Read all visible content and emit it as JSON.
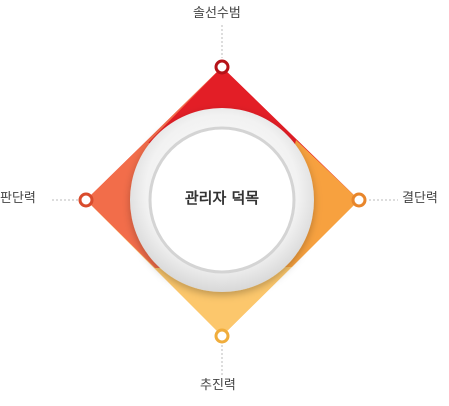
{
  "diagram": {
    "center": "관리자 덕목",
    "nodes": [
      {
        "position": "top",
        "label": "솔선수범",
        "color": "#e31e26"
      },
      {
        "position": "right",
        "label": "결단력",
        "color": "#f7a13f"
      },
      {
        "position": "bottom",
        "label": "추진력",
        "color": "#fcc76c"
      },
      {
        "position": "left",
        "label": "판단력",
        "color": "#f26d4a"
      }
    ]
  }
}
